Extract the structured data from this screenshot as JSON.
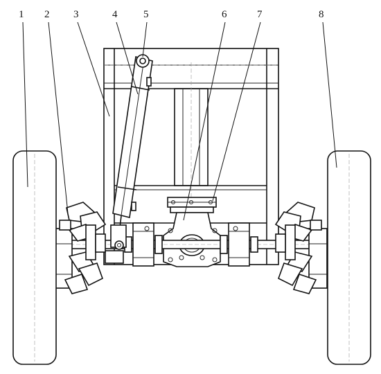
{
  "callouts": [
    {
      "id": "1",
      "label": "1"
    },
    {
      "id": "2",
      "label": "2"
    },
    {
      "id": "3",
      "label": "3"
    },
    {
      "id": "4",
      "label": "4"
    },
    {
      "id": "5",
      "label": "5"
    },
    {
      "id": "6",
      "label": "6"
    },
    {
      "id": "7",
      "label": "7"
    },
    {
      "id": "8",
      "label": "8"
    }
  ],
  "colors": {
    "line": "#111111",
    "background": "#ffffff"
  }
}
